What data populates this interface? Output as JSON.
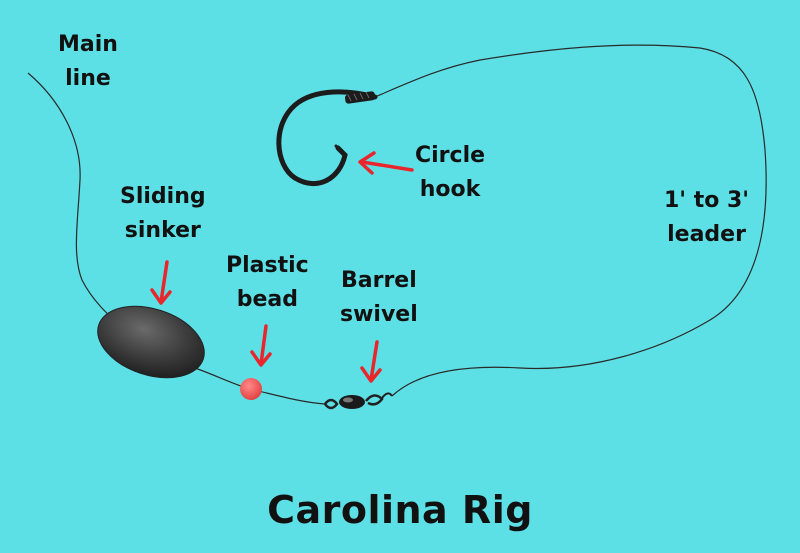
{
  "title": "Carolina Rig",
  "labels": {
    "main_line": [
      "Main",
      "line"
    ],
    "circle_hook": [
      "Circle",
      "hook"
    ],
    "sliding_sinker": [
      "Sliding",
      "sinker"
    ],
    "plastic_bead": [
      "Plastic",
      "bead"
    ],
    "barrel_swivel": [
      "Barrel",
      "swivel"
    ],
    "leader": [
      "1' to 3'",
      "leader"
    ]
  },
  "colors": {
    "background": "#5ce0e6",
    "arrow": "#e8262b",
    "bead": "#f24f4f",
    "line": "#2a2a2a",
    "sinker": "#3a3a3a",
    "text": "#111111"
  }
}
